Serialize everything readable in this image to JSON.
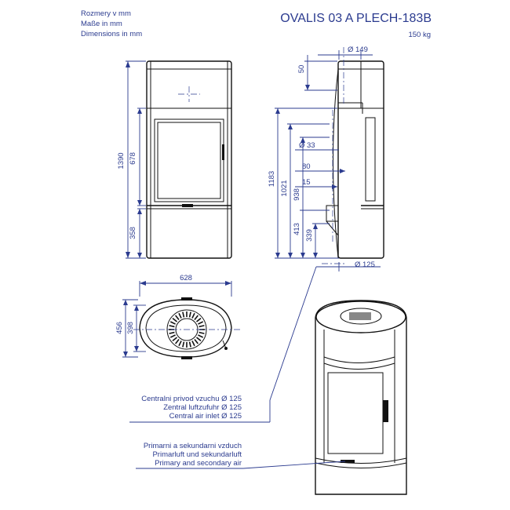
{
  "header": {
    "units_cz": "Rozmery v mm",
    "units_de": "Maße in mm",
    "units_en": "Dimensions in mm",
    "model": "OVALIS 03 A PLECH-183B",
    "weight": "150 kg"
  },
  "front_view": {
    "total_height": "1390",
    "door_height": "678",
    "ash_height": "358"
  },
  "side_view": {
    "flue_diameter": "Ø 149",
    "top_offset": "50",
    "h1": "1183",
    "h2": "1021",
    "h3": "938",
    "h4": "413",
    "h5": "339",
    "pipe_diameter": "Ø 33",
    "d80": "80",
    "d15": "15",
    "air_inlet_diameter": "Ø 125"
  },
  "top_view": {
    "width": "628",
    "depth": "456",
    "inner_depth": "398"
  },
  "notes": {
    "inlet_cz": "Centralni privod vzuchu Ø 125",
    "inlet_de": "Zentral luftzufuhr Ø 125",
    "inlet_en": "Central air inlet Ø 125",
    "air_cz": "Primarni a sekundarni vzduch",
    "air_de": "Primarluft und sekundarluft",
    "air_en": "Primary and secondary air"
  },
  "colors": {
    "dimension": "#2b3b8f",
    "outline": "#111111"
  }
}
